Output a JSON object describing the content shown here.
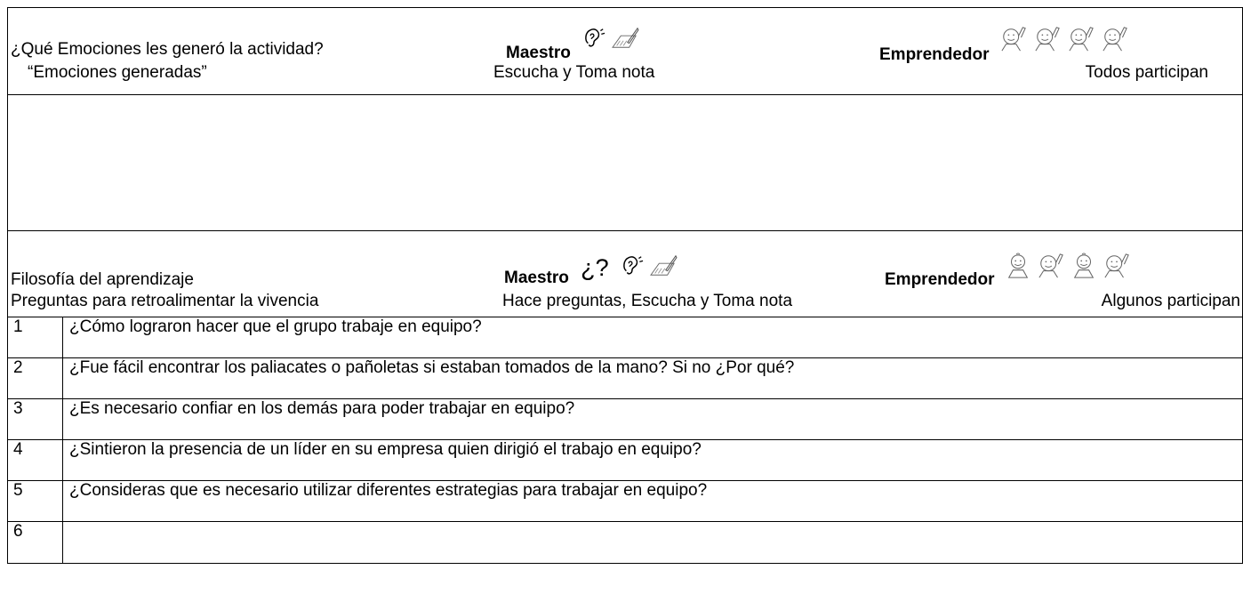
{
  "section1": {
    "prompt": "¿Qué Emociones les generó la actividad?",
    "subtitle": "“Emociones generadas”",
    "teacher_label": "Maestro",
    "teacher_action": "Escucha y Toma nota",
    "teacher_icons": [
      "ear-icon",
      "writing-hand-icon"
    ],
    "student_label": "Emprendedor",
    "student_action": "Todos participan",
    "student_icons": [
      "raised-hand-child-icon",
      "raised-hand-child-icon",
      "raised-hand-child-icon",
      "raised-hand-child-icon"
    ]
  },
  "section2": {
    "title": "Filosofía del aprendizaje",
    "subtitle": "Preguntas para retroalimentar la vivencia",
    "teacher_label": "Maestro",
    "teacher_action": "Hace preguntas, Escucha y Toma nota",
    "question_glyph": "¿?",
    "teacher_icons": [
      "question-marks-icon",
      "ear-icon",
      "writing-hand-icon"
    ],
    "student_label": "Emprendedor",
    "student_action": "Algunos participan",
    "student_icons": [
      "child-icon",
      "raised-hand-child-icon",
      "child-icon",
      "raised-hand-child-icon"
    ]
  },
  "questions": [
    {
      "num": "1",
      "text": "¿Cómo lograron hacer que el grupo trabaje en equipo?"
    },
    {
      "num": "2",
      "text": "¿Fue fácil encontrar los paliacates o pañoletas si estaban tomados de la mano?  Si no ¿Por qué?"
    },
    {
      "num": "3",
      "text": "¿Es necesario confiar en los demás para poder trabajar en equipo?"
    },
    {
      "num": "4",
      "text": "¿Sintieron la presencia de un líder en su empresa quien dirigió el trabajo en equipo?"
    },
    {
      "num": "5",
      "text": "¿Consideras que es necesario utilizar diferentes estrategias para trabajar en equipo?"
    },
    {
      "num": "6",
      "text": ""
    }
  ]
}
